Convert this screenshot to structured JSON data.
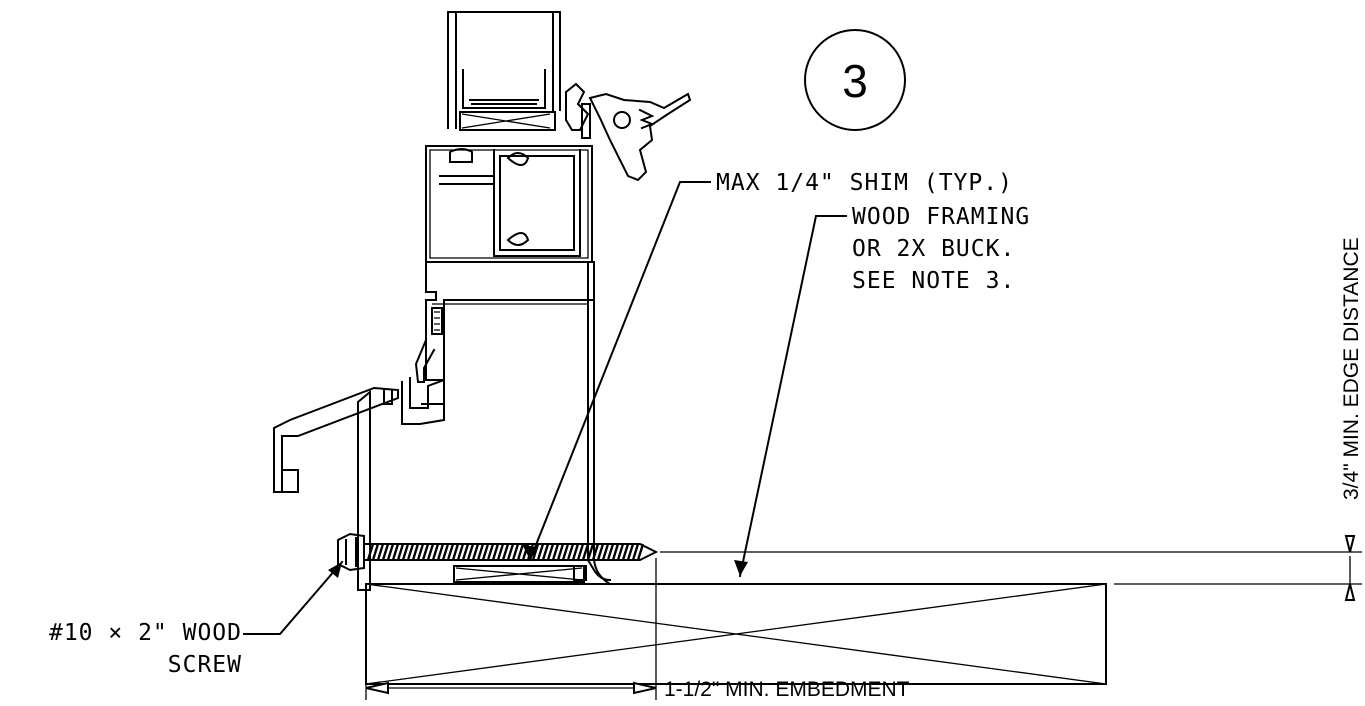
{
  "detail_number": "3",
  "labels": {
    "shim": "MAX 1/4\" SHIM (TYP.)",
    "framing_line1": "WOOD FRAMING",
    "framing_line2": "OR 2X BUCK.",
    "framing_line3": "SEE NOTE 3.",
    "screw_line1": "#10 × 2\" WOOD",
    "screw_line2": "SCREW",
    "embedment": "1-1/2\" MIN. EMBEDMENT",
    "edge_distance": "3/4\" MIN. EDGE DISTANCE"
  },
  "colors": {
    "line": "#000000",
    "background": "#ffffff"
  }
}
